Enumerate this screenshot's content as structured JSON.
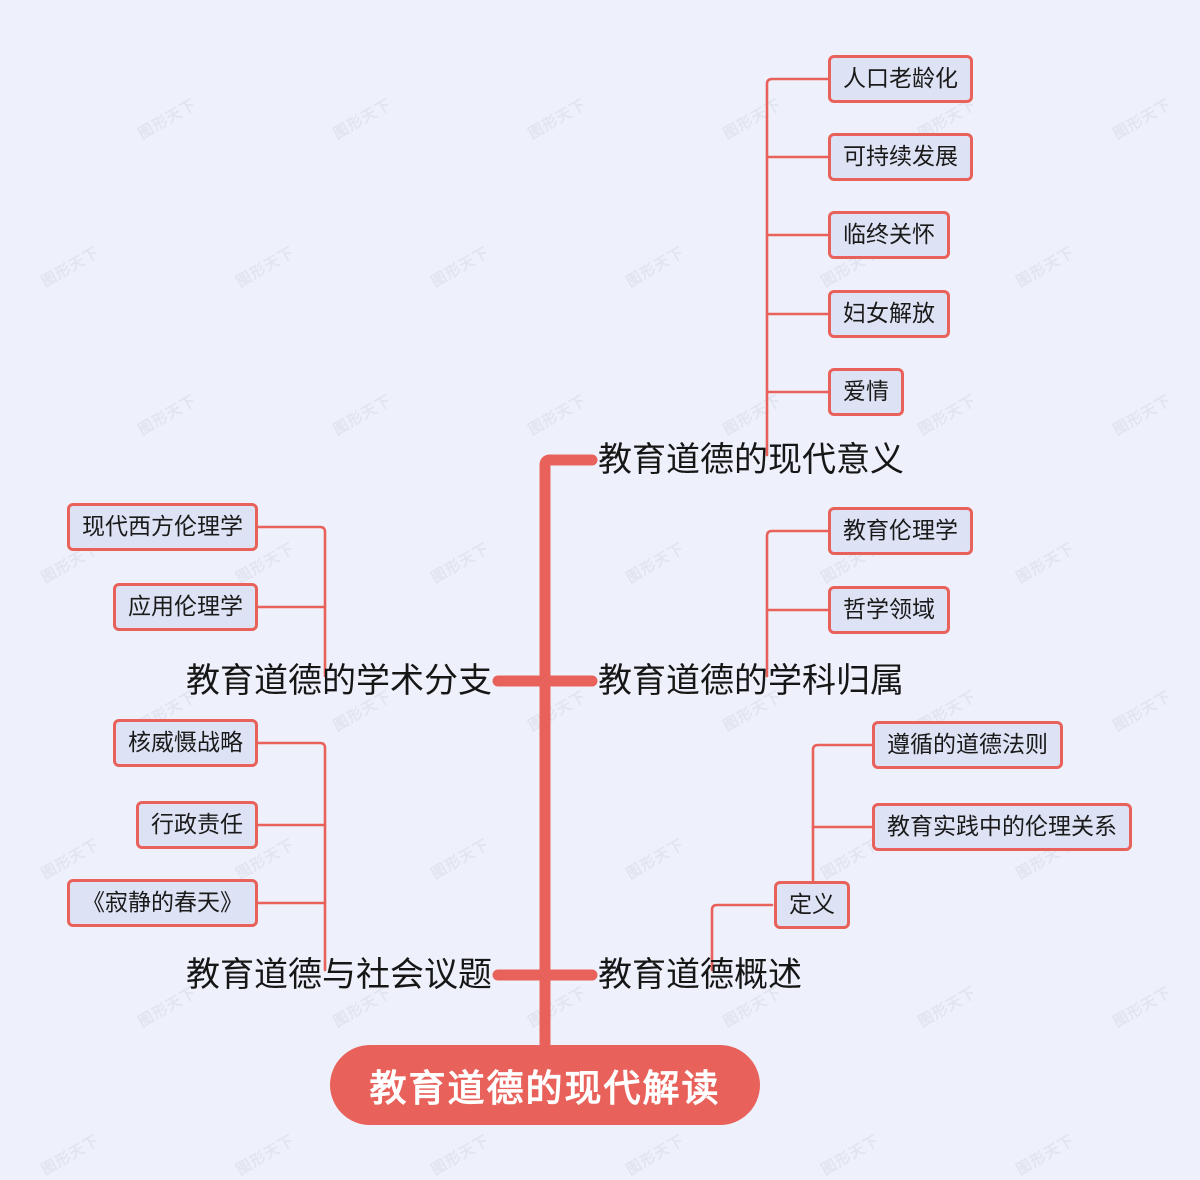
{
  "diagram": {
    "type": "mindmap",
    "title": "教育道德的现代解读",
    "colors": {
      "background": "#eef1fb",
      "accent": "#e8625b",
      "leaf_fill": "#dde3f4",
      "root_fill": "#e8625b",
      "root_text": "#ffffff",
      "text": "#1a1a1a",
      "watermark": "#dfe3ef"
    },
    "watermark_text": "图形天下"
  },
  "root": {
    "label": "教育道德的现代解读"
  },
  "branches": [
    {
      "id": "modern-significance",
      "label": "教育道德的现代意义",
      "side": "right",
      "children": [
        {
          "label": "人口老龄化"
        },
        {
          "label": "可持续发展"
        },
        {
          "label": "临终关怀"
        },
        {
          "label": "妇女解放"
        },
        {
          "label": "爱情"
        }
      ]
    },
    {
      "id": "academic-branches",
      "label": "教育道德的学术分支",
      "side": "left",
      "children": [
        {
          "label": "现代西方伦理学"
        },
        {
          "label": "应用伦理学"
        }
      ]
    },
    {
      "id": "discipline-affiliation",
      "label": "教育道德的学科归属",
      "side": "right",
      "children": [
        {
          "label": "教育伦理学"
        },
        {
          "label": "哲学领域"
        }
      ]
    },
    {
      "id": "social-issues",
      "label": "教育道德与社会议题",
      "side": "left",
      "children": [
        {
          "label": "核威慑战略"
        },
        {
          "label": "行政责任"
        },
        {
          "label": "《寂静的春天》"
        }
      ]
    },
    {
      "id": "overview",
      "label": "教育道德概述",
      "side": "right",
      "children": [
        {
          "label": "定义",
          "children": [
            {
              "label": "遵循的道德法则"
            },
            {
              "label": "教育实践中的伦理关系"
            }
          ]
        }
      ]
    }
  ]
}
